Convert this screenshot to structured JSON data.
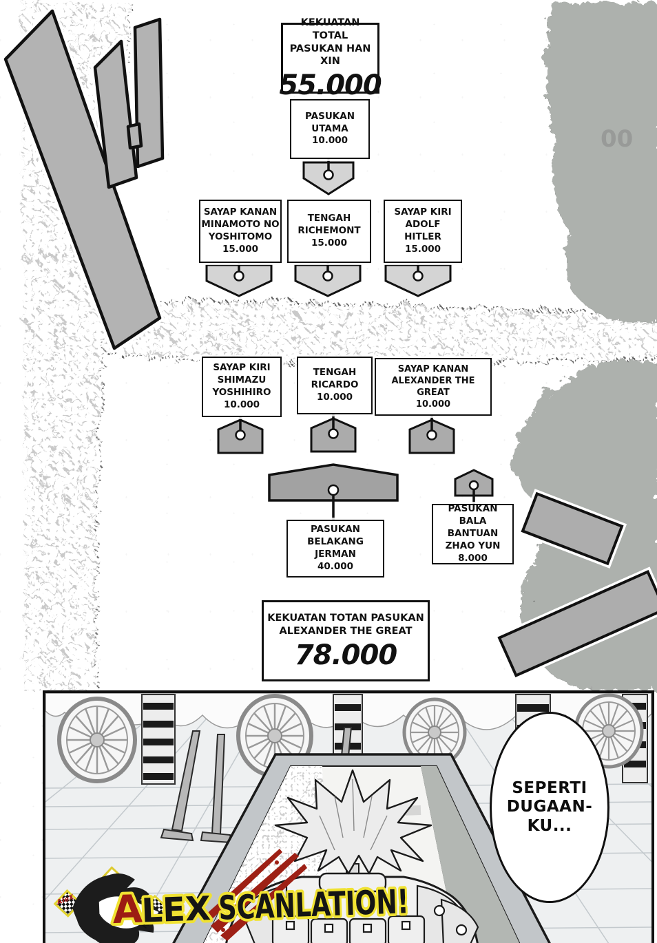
{
  "armies": {
    "han_xin": {
      "total": {
        "label_lines": [
          "KEKUATAN TOTAL",
          "PASUKAN HAN XIN"
        ],
        "value": "55.000"
      },
      "units": [
        {
          "id": "pasukan-utama",
          "lines": [
            "PASUKAN",
            "UTAMA"
          ],
          "value": "10.000"
        },
        {
          "id": "sayap-kanan",
          "lines": [
            "SAYAP KANAN",
            "MINAMOTO NO",
            "YOSHITOMO"
          ],
          "value": "15.000"
        },
        {
          "id": "tengah",
          "lines": [
            "TENGAH",
            "RICHEMONT"
          ],
          "value": "15.000"
        },
        {
          "id": "sayap-kiri",
          "lines": [
            "SAYAP KIRI",
            "ADOLF",
            "HITLER"
          ],
          "value": "15.000"
        }
      ]
    },
    "alexander": {
      "units": [
        {
          "id": "sayap-kiri",
          "lines": [
            "SAYAP KIRI",
            "SHIMAZU",
            "YOSHIHIRO"
          ],
          "value": "10.000"
        },
        {
          "id": "tengah",
          "lines": [
            "TENGAH",
            "RICARDO"
          ],
          "value": "10.000"
        },
        {
          "id": "sayap-kanan",
          "lines": [
            "SAYAP KANAN",
            "ALEXANDER THE GREAT"
          ],
          "value": "10.000"
        },
        {
          "id": "pasukan-belakang",
          "lines": [
            "PASUKAN",
            "BELAKANG",
            "JERMAN"
          ],
          "value": "40.000"
        },
        {
          "id": "bala-bantuan",
          "lines": [
            "PASUKAN",
            "BALA BANTUAN",
            "ZHAO YUN"
          ],
          "value": "8.000"
        }
      ],
      "total": {
        "label_lines": [
          "KEKUATAN TOTAN PASUKAN",
          "ALEXANDER THE GREAT"
        ],
        "value": "78.000"
      }
    }
  },
  "background": {
    "faint_text": "00"
  },
  "panel": {
    "speech_bubble_lines": [
      "SEPERTI",
      "DUGAAN-",
      "KU..."
    ],
    "logo": {
      "initial": "A",
      "rest": "LEX",
      "word2": "SCANLATION!",
      "badge": "AleX"
    }
  },
  "colors": {
    "water": "#c9c9c9",
    "forest": "#141414",
    "shield_light": "#d4d4d4",
    "shield_mid": "#ababab",
    "shield_big": "#a2a2a2",
    "sfx_gray": "#b3b3b3",
    "map_rect_gray": "#adadad",
    "logo_yellow": "#f0e232",
    "logo_red": "#9c1d13",
    "claw_red": "#9e2015",
    "ink": "#101010"
  }
}
